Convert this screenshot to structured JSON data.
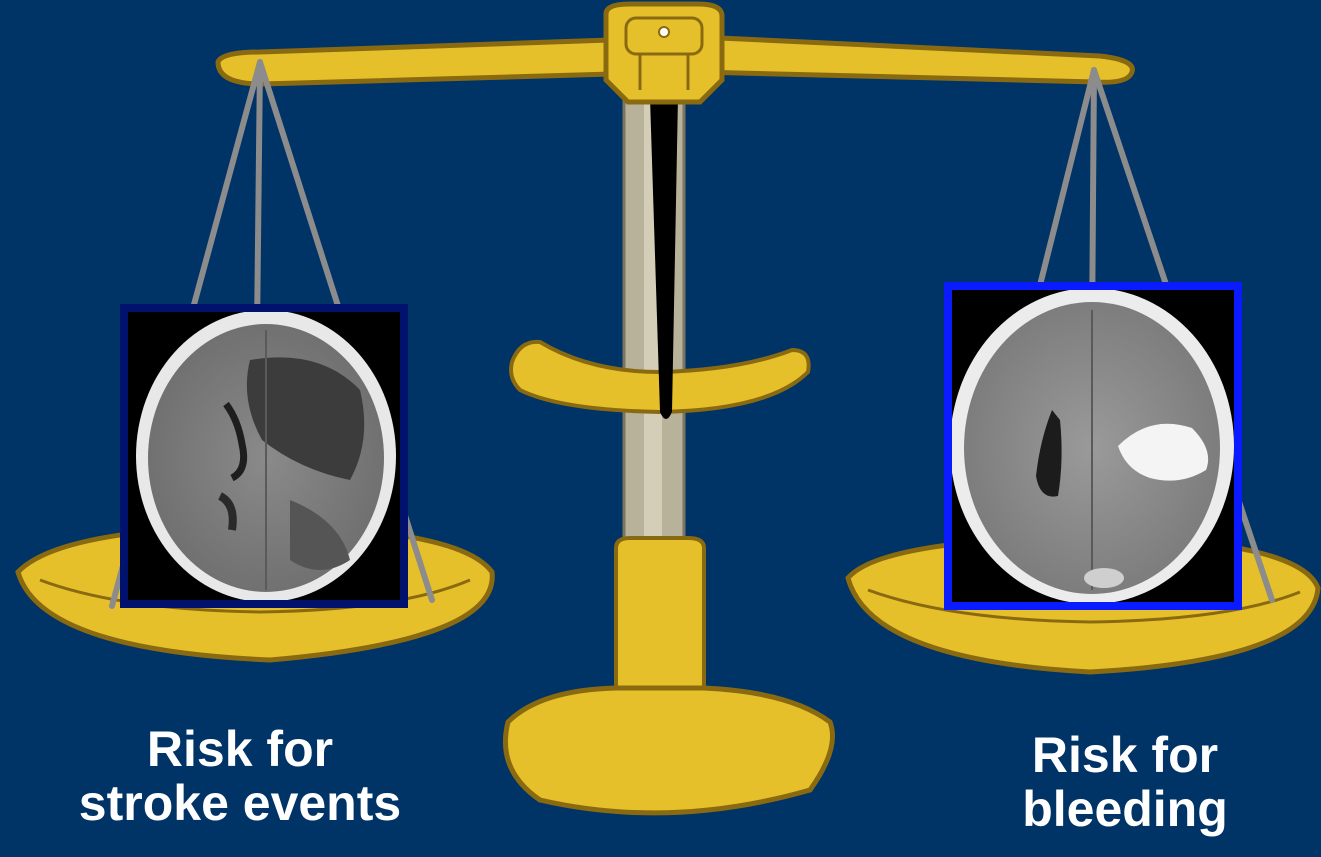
{
  "captions": {
    "left": {
      "line1": "Risk for",
      "line2": "stroke events"
    },
    "right": {
      "line1": "Risk for",
      "line2": "bleeding"
    }
  },
  "images": {
    "left": "brain-ct-scan-ischemic-stroke",
    "right": "brain-ct-scan-hemorrhage"
  },
  "colors": {
    "background": "#003366",
    "brass": "#E6C02A",
    "brass_outline": "#8A6A10",
    "column": "#B9B29A",
    "rope": "#8C8C8C",
    "frame_left": "#00126E",
    "frame_right": "#0A1BFF"
  }
}
